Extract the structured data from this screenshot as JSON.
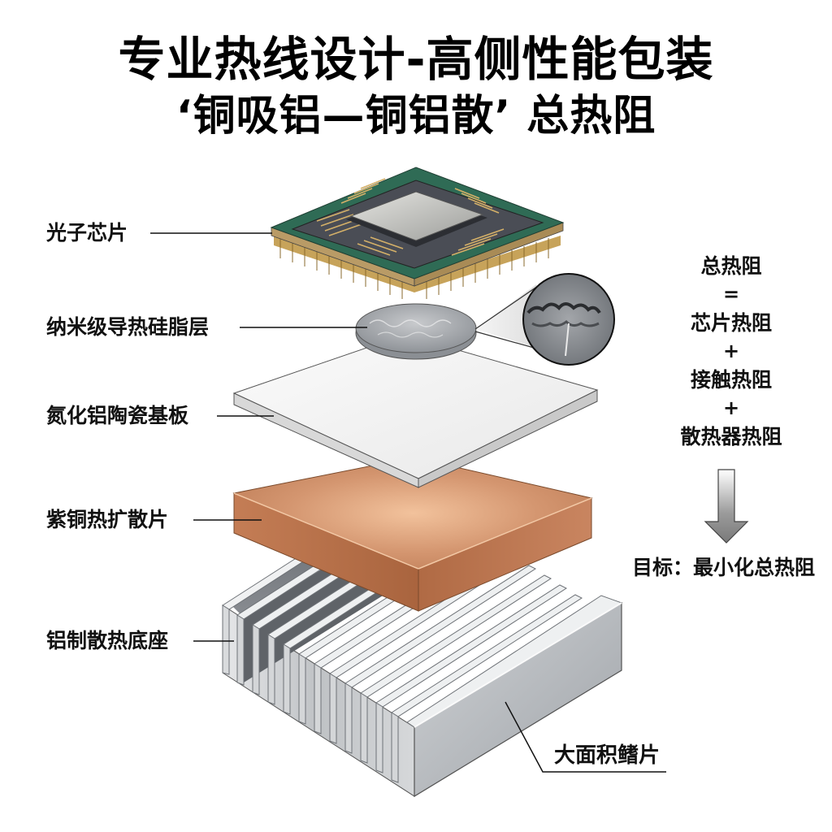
{
  "title": {
    "line1": "专业热线设计-高侧性能包装",
    "line2": "‘铜吸铝—铜铝散’ 总热阻"
  },
  "layers": [
    {
      "id": "chip",
      "label": "光子芯片"
    },
    {
      "id": "thermal-grease",
      "label": "纳米级导热硅脂层"
    },
    {
      "id": "aln-substrate",
      "label": "氮化铝陶瓷基板"
    },
    {
      "id": "copper-spreader",
      "label": "紫铜热扩散片"
    },
    {
      "id": "aluminum-heatsink",
      "label": "铝制散热底座"
    }
  ],
  "fin_callout": {
    "label": "大面积鳍片"
  },
  "equation": {
    "total": "总热阻",
    "equals": "=",
    "term1": "芯片热阻",
    "plus1": "+",
    "term2": "接触热阻",
    "plus2": "+",
    "term3": "散热器热阻"
  },
  "goal": {
    "label": "目标：最小化总热阻"
  },
  "colors": {
    "copper": "#c98a5e",
    "ceramic": "#f3f3f3",
    "aluminum": "#a9acb0",
    "pcb_green": "#2f6b55",
    "gold": "#c9a45a",
    "text": "#111111"
  }
}
